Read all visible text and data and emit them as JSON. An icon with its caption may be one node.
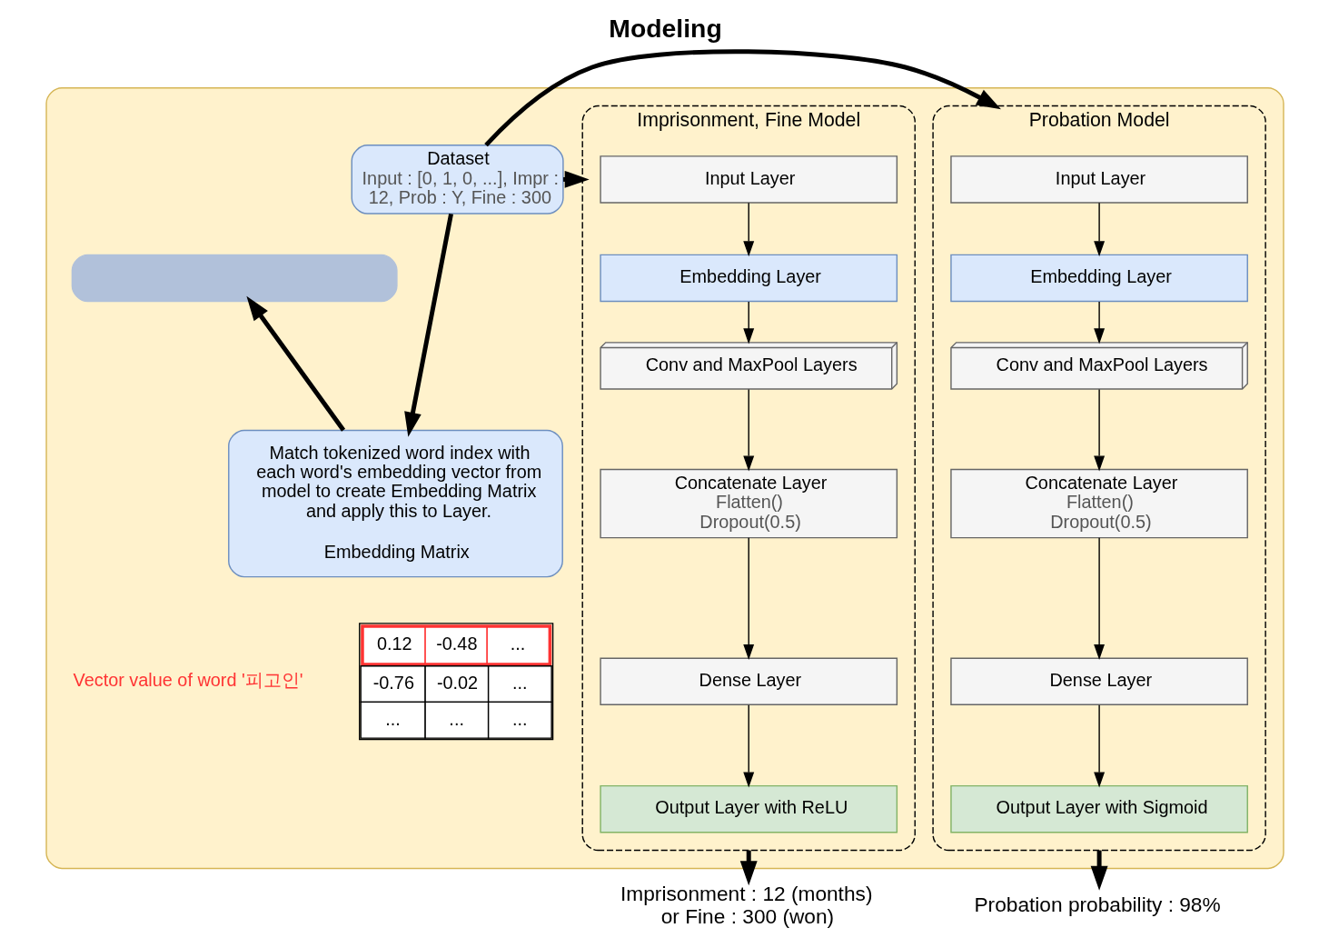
{
  "diagram": {
    "title": "Modeling",
    "nodes": [
      {
        "text": [],
        "shape": "box"
      },
      {
        "text": [
          "Dataset",
          "Input : [0, 1, 0, ...], Impr : 12, Prob : Y, Fine : 300"
        ],
        "in": 0
      },
      {
        "text": [
          "Match tokenized word index with each word's embedding vector from model to create Embedding Matrix and apply this to Layer.",
          "Embedding Matrix"
        ],
        "in": 0
      },
      {
        "text": [
          "Imprisonment, Fine Model"
        ],
        "in": 0
      },
      {
        "text": [
          "Input Layer"
        ],
        "in": 3
      },
      {
        "text": [
          "Embedding Layer"
        ],
        "in": 3
      },
      {
        "text": [
          "Conv and MaxPool Layers"
        ],
        "in": 3
      },
      {
        "text": [
          "Concatenate Layer",
          "Flatten()",
          "Dropout(0.5)"
        ],
        "in": 3
      },
      {
        "text": [
          "Dense Layer"
        ],
        "in": 3
      },
      {
        "text": [
          "Output Layer with ReLU"
        ],
        "in": 3
      },
      {
        "text": [
          "Probation Model"
        ],
        "in": 0
      },
      {
        "text": [
          "Input Layer"
        ],
        "in": 10
      },
      {
        "text": [
          "Embedding Layer"
        ],
        "in": 10
      },
      {
        "text": [
          "Conv and MaxPool Layers"
        ],
        "in": 10
      },
      {
        "text": [
          "Concatenate Layer",
          "Flatten()",
          "Dropout(0.5)"
        ],
        "in": 10
      },
      {
        "text": [
          "Dense Layer"
        ],
        "in": 10
      },
      {
        "text": [
          "Output Layer with Sigmoid"
        ],
        "in": 10
      },
      {
        "text": [],
        "shape": "box",
        "in": 0
      },
      {
        "text": [
          "Imprisonment : 12 (months) or Fine : 300 (won)"
        ]
      },
      {
        "text": [
          "Probation probability : 98%"
        ]
      }
    ],
    "edges": [
      {
        "from": 1,
        "to": 3,
        "arrow": "to",
        "style": "thick"
      },
      {
        "from": 1,
        "to": 10,
        "arrow": "to",
        "style": "thick"
      },
      {
        "from": 1,
        "to": 2,
        "arrow": "to",
        "style": "thick"
      },
      {
        "from": 2,
        "to": 17,
        "arrow": "to",
        "style": "thick"
      },
      {
        "from": 4,
        "to": 5,
        "arrow": "to"
      },
      {
        "from": 5,
        "to": 6,
        "arrow": "to"
      },
      {
        "from": 6,
        "to": 7,
        "arrow": "to"
      },
      {
        "from": 7,
        "to": 8,
        "arrow": "to"
      },
      {
        "from": 8,
        "to": 9,
        "arrow": "to"
      },
      {
        "from": 11,
        "to": 12,
        "arrow": "to"
      },
      {
        "from": 12,
        "to": 13,
        "arrow": "to"
      },
      {
        "from": 13,
        "to": 14,
        "arrow": "to"
      },
      {
        "from": 14,
        "to": 15,
        "arrow": "to"
      },
      {
        "from": 15,
        "to": 16,
        "arrow": "to"
      },
      {
        "from": 3,
        "to": 18,
        "arrow": "to",
        "style": "thick"
      },
      {
        "from": 10,
        "to": 19,
        "arrow": "to",
        "style": "thick"
      }
    ],
    "labels": [
      "Vector value of word '피고인'",
      "0.12",
      "-0.48",
      "...",
      "-0.76",
      "-0.02",
      "...",
      "...",
      "...",
      "..."
    ]
  }
}
